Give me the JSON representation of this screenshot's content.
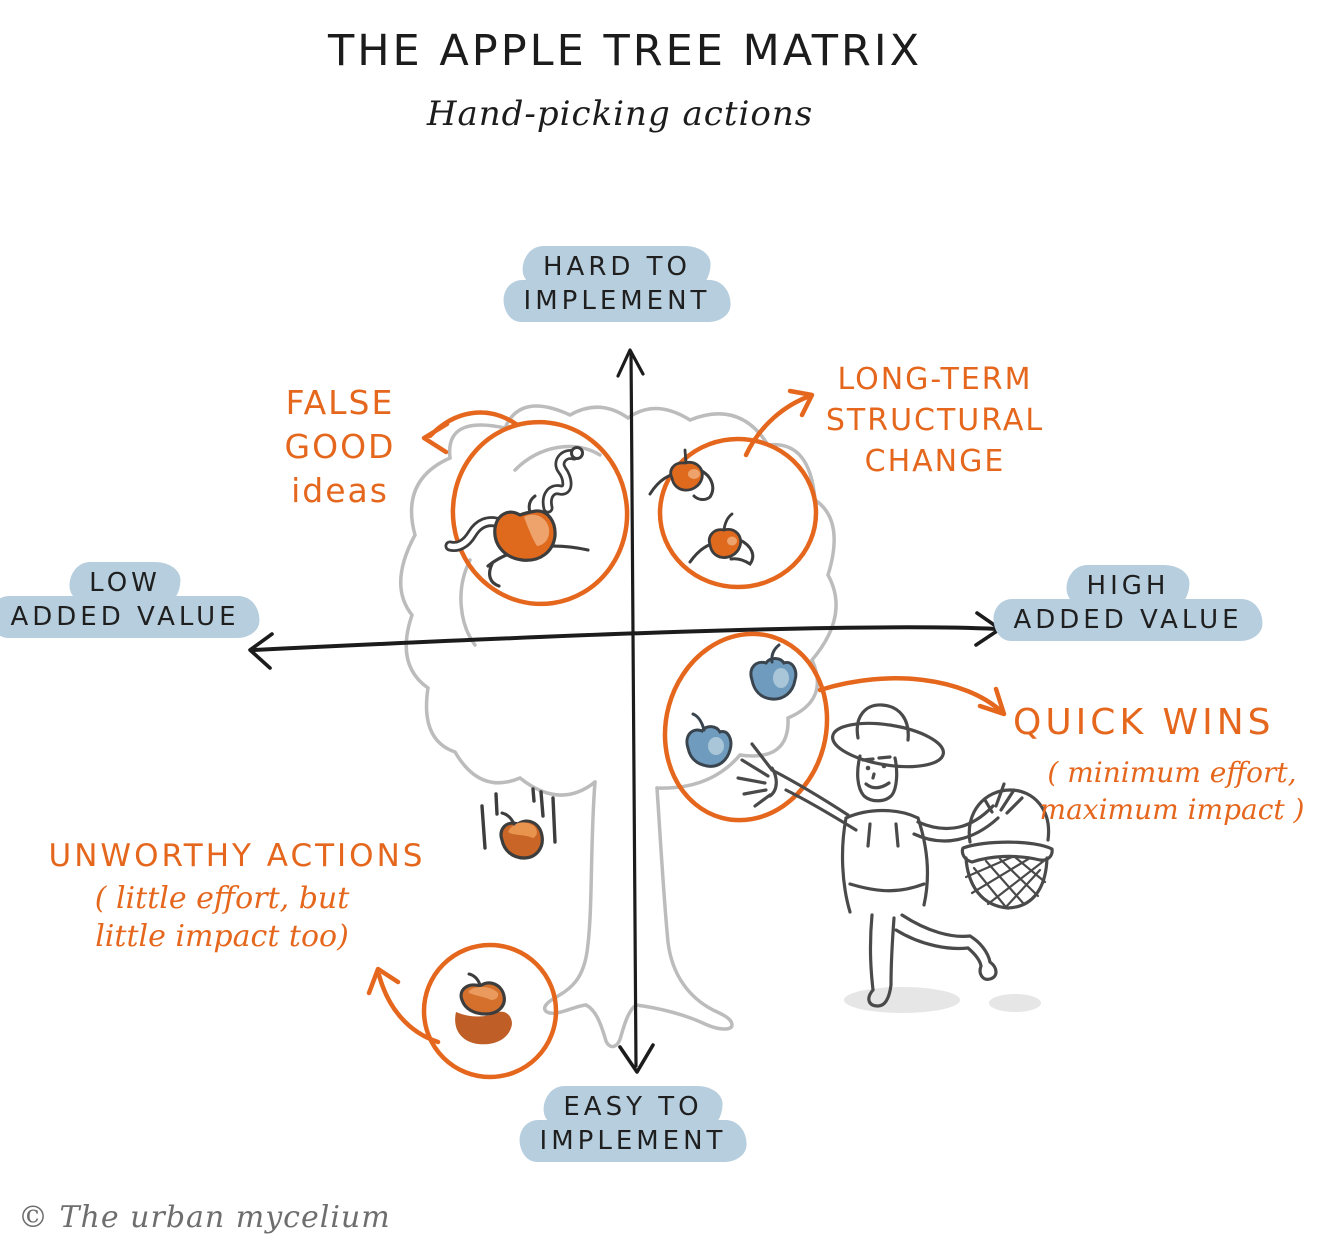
{
  "title": "THE APPLE TREE MATRIX",
  "subtitle": "Hand-picking actions",
  "axis_labels": {
    "top": {
      "line1": "HARD TO",
      "line2": "IMPLEMENT"
    },
    "bottom": {
      "line1": "EASY TO",
      "line2": "IMPLEMENT"
    },
    "left": {
      "line1": "LOW",
      "line2": "ADDED VALUE"
    },
    "right": {
      "line1": "HIGH",
      "line2": "ADDED VALUE"
    }
  },
  "annotations": {
    "false_good_ideas": {
      "line1": "FALSE",
      "line2": "GOOD",
      "line3": "ideas"
    },
    "long_term_structural_change": {
      "line1": "LONG-TERM",
      "line2": "STRUCTURAL",
      "line3": "CHANGE"
    },
    "quick_wins": {
      "title": "QUICK WINS",
      "detail1": "( minimum effort,",
      "detail2": "maximum impact )"
    },
    "unworthy_actions": {
      "title": "UNWORTHY ACTIONS",
      "detail1": "( little effort, but",
      "detail2": "little impact too)"
    }
  },
  "watermark": {
    "text": "© The urban mycelium"
  },
  "colors": {
    "accent_orange": "#e5671d",
    "label_cloud_blue": "#b6cede",
    "apple_blue": "#6f9cbe",
    "apple_blue_light": "#a9c6d9",
    "apple_orange": "#df6a1e",
    "apple_orange_light": "#eda36b",
    "rotten_apple_brown": "#bf5e26",
    "tree_gray": "#bcbcbc",
    "ink_black": "#1c1c1c",
    "figure_gray": "#4a4a4a",
    "watermark_gray": "#6e6e6e",
    "shadow_gray": "#e4e4e4"
  }
}
